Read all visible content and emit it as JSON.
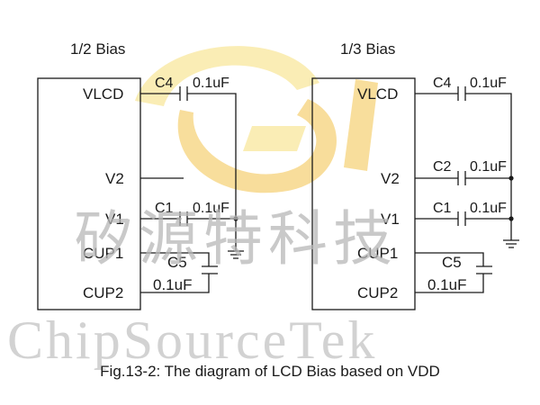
{
  "left": {
    "title": "1/2 Bias",
    "pins": {
      "vlcd": "VLCD",
      "v2": "V2",
      "v1": "V1",
      "cup1": "CUP1",
      "cup2": "CUP2"
    },
    "caps": {
      "c4": {
        "name": "C4",
        "value": "0.1uF"
      },
      "c1": {
        "name": "C1",
        "value": "0.1uF"
      },
      "c5": {
        "name": "C5",
        "value": "0.1uF"
      }
    }
  },
  "right": {
    "title": "1/3 Bias",
    "pins": {
      "vlcd": "VLCD",
      "v2": "V2",
      "v1": "V1",
      "cup1": "CUP1",
      "cup2": "CUP2"
    },
    "caps": {
      "c4": {
        "name": "C4",
        "value": "0.1uF"
      },
      "c2": {
        "name": "C2",
        "value": "0.1uF"
      },
      "c1": {
        "name": "C1",
        "value": "0.1uF"
      },
      "c5": {
        "name": "C5",
        "value": "0.1uF"
      }
    }
  },
  "watermark": {
    "cn": "矽源特科技",
    "en": "ChipSourceTek"
  },
  "caption": "Fig.13-2: The diagram of LCD Bias based on VDD",
  "colors": {
    "line": "#1a1a1a",
    "logo_yellow": "#f6df7a",
    "logo_orange": "#f3c24a",
    "watermark": "#b8b8b8"
  }
}
